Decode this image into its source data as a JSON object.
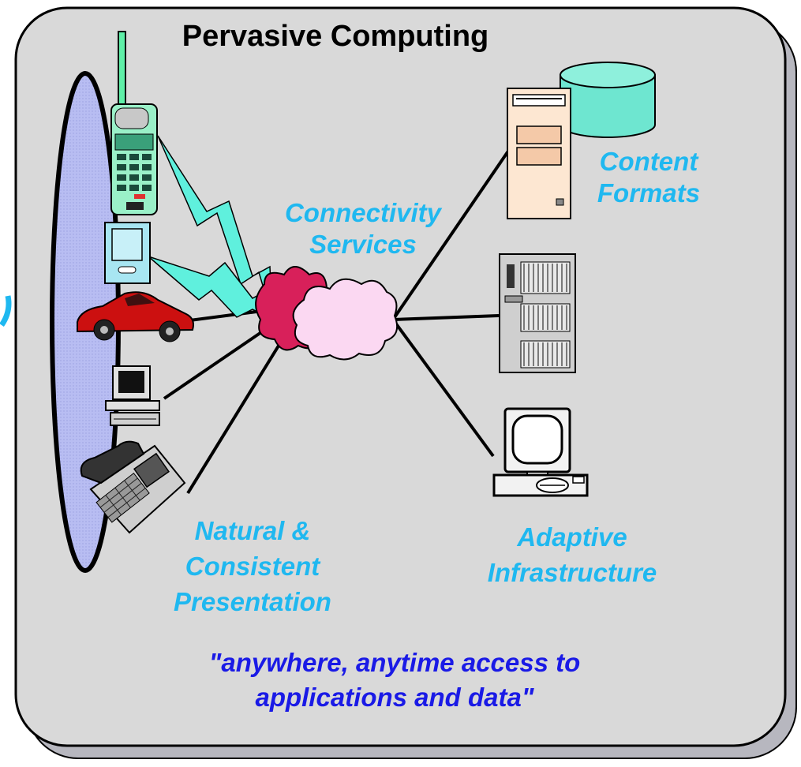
{
  "title": "Pervasive Computing",
  "labels": {
    "content_formats": {
      "line1": "Content",
      "line2": "Formats"
    },
    "connectivity_services": {
      "line1": "Connectivity",
      "line2": "Services"
    },
    "natural_presentation": {
      "line1": "Natural &",
      "line2": "Consistent",
      "line3": "Presentation"
    },
    "adaptive_infrastructure": {
      "line1": "Adaptive",
      "line2": "Infrastructure"
    }
  },
  "quote": {
    "line1": "\"anywhere, anytime access to",
    "line2": "applications and data\""
  },
  "colors": {
    "panel": "#d9d9d9",
    "panel_shadow": "#b7b7bf",
    "ellipse": "#b8bdf2",
    "cyan_text": "#1fb8f0",
    "blue_text": "#1a1ae6",
    "lightning": "#5ff0dd",
    "cloud_magenta": "#d8205a",
    "cloud_pink": "#fbd8f2",
    "database": "#6ee6d0",
    "server_beige": "#fde7d2",
    "car_red": "#cc1010"
  },
  "icons": [
    "cell-phone-icon",
    "pda-icon",
    "car-icon",
    "desktop-computer-icon",
    "telephone-icon",
    "cloud-icon",
    "database-icon",
    "server-tower-icon",
    "mainframe-icon",
    "workstation-icon"
  ]
}
